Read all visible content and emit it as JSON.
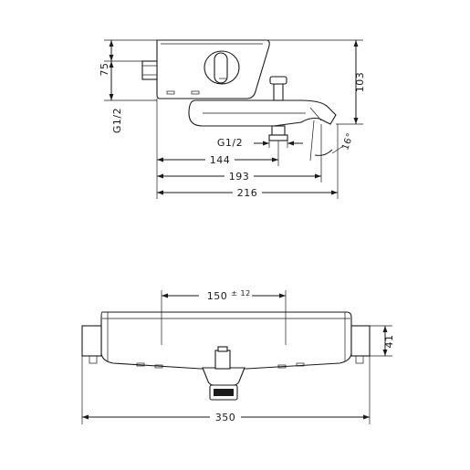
{
  "side_view": {
    "dim_75": "75",
    "dim_g12_vertical": "G1/2",
    "dim_103": "103",
    "dim_g12_horizontal": "G1/2",
    "dim_144": "144",
    "dim_193": "193",
    "dim_216": "216",
    "dim_angle": "16°"
  },
  "front_view": {
    "dim_150": "150",
    "dim_150_tolerance": "± 12",
    "dim_41": "41",
    "dim_350": "350"
  }
}
